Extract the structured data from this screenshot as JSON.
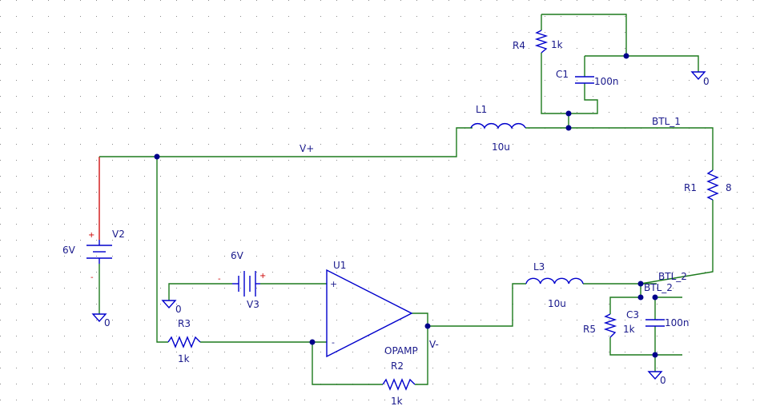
{
  "components": {
    "L1": {
      "ref": "L1",
      "value": "10u"
    },
    "L3": {
      "ref": "L3",
      "value": "10u"
    },
    "R1": {
      "ref": "R1",
      "value": "8"
    },
    "R2": {
      "ref": "R2",
      "value": "1k"
    },
    "R3": {
      "ref": "R3",
      "value": "1k"
    },
    "R4": {
      "ref": "R4",
      "value": "1k"
    },
    "R5": {
      "ref": "R5",
      "value": "1k"
    },
    "C1": {
      "ref": "C1",
      "value": "100n"
    },
    "C3": {
      "ref": "C3",
      "value": "100n"
    },
    "V2": {
      "ref": "V2",
      "value": "6V"
    },
    "V3": {
      "ref": "V3",
      "value": "6V"
    },
    "U1": {
      "ref": "U1",
      "value": "OPAMP"
    }
  },
  "nets": {
    "vplus": "V+",
    "vminus": "V-",
    "btl1": "BTL_1",
    "btl2": "BTL_2",
    "ground": "0"
  },
  "pins": {
    "plus": "+",
    "minus": "-"
  }
}
